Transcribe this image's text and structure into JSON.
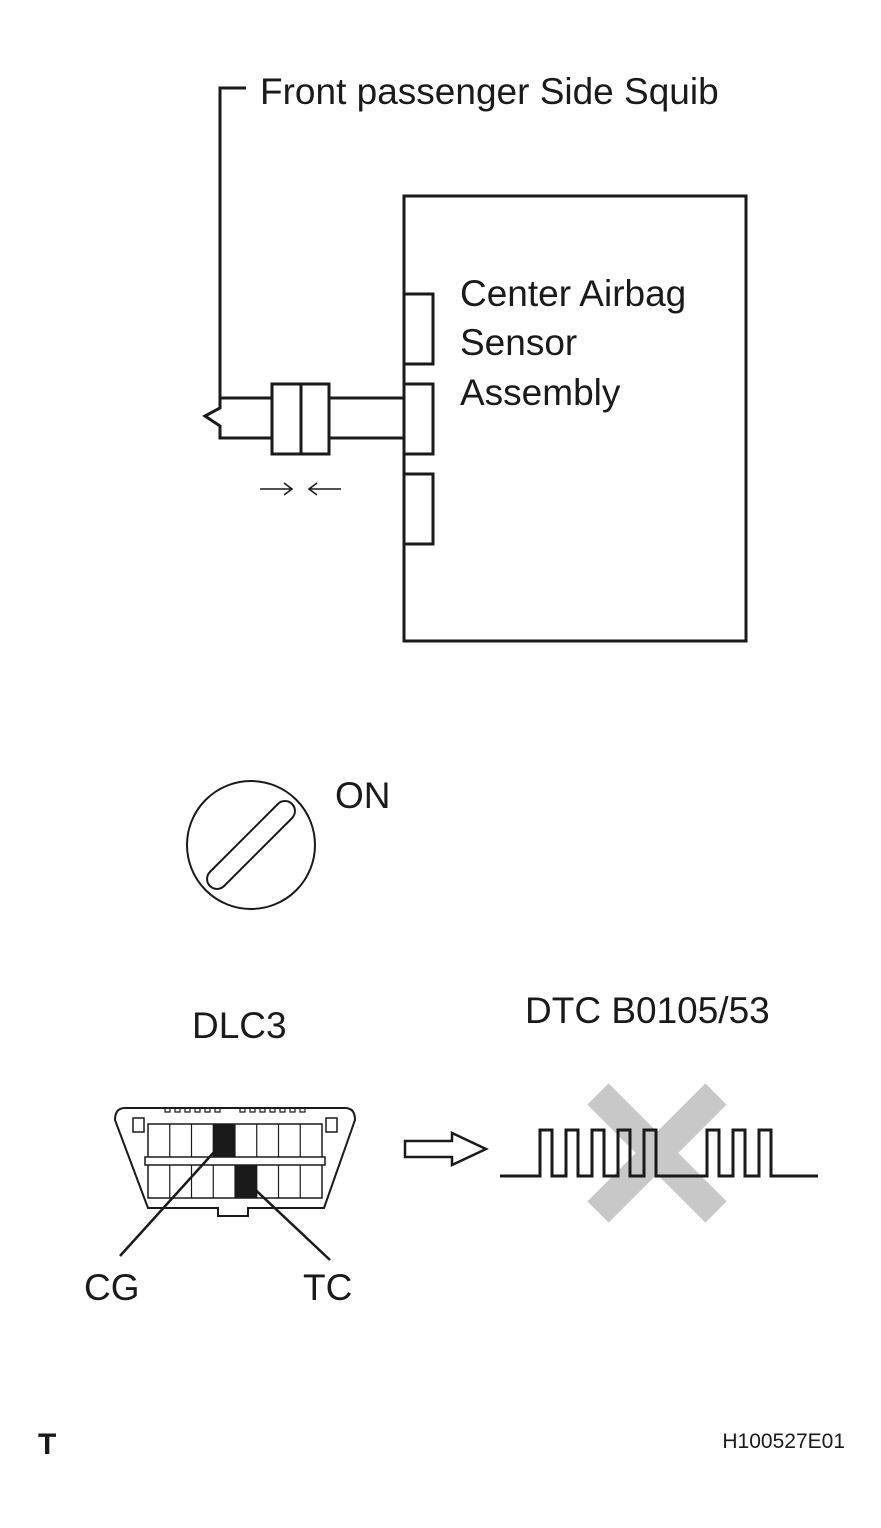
{
  "squib": {
    "label": "Front passenger Side Squib"
  },
  "ecu": {
    "lines": [
      "Center Airbag",
      "Sensor",
      "Assembly"
    ]
  },
  "ignition": {
    "label": "ON"
  },
  "dlc": {
    "title": "DLC3",
    "pin_cg": "CG",
    "pin_tc": "TC"
  },
  "dtc": {
    "label": "DTC B0105/53"
  },
  "footer": {
    "corner_mark": "T",
    "figure_id": "H100527E01"
  },
  "colors": {
    "ink": "#1a1a1a",
    "cross": "#c8c8c8",
    "pin_fill": "#1a1a1a"
  }
}
